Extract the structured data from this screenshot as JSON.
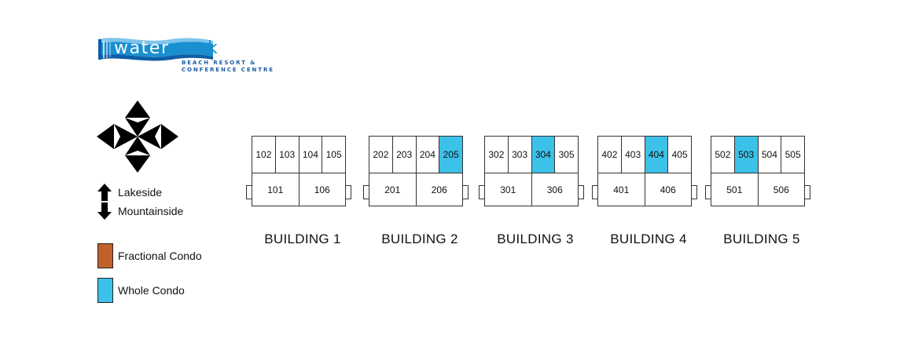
{
  "logo": {
    "word_part1": "water",
    "word_part2": "mark",
    "sub_line1": "BEACH RESORT &",
    "sub_line2": "CONFERENCE CENTRE",
    "colors": {
      "wave": "#1a8fd0",
      "text": "#1a8fd0",
      "subtext": "#1a5ea8"
    }
  },
  "compass": {
    "icon": "compass-arrows-icon"
  },
  "directions": {
    "up_label": "Lakeside",
    "down_label": "Mountainside"
  },
  "legend": {
    "fractional": {
      "label": "Fractional Condo",
      "color": "#c0612a"
    },
    "whole": {
      "label": "Whole Condo",
      "color": "#3cc1e8"
    }
  },
  "buildings": [
    {
      "name": "BUILDING 1",
      "top_units": [
        {
          "n": "102",
          "status": "none"
        },
        {
          "n": "103",
          "status": "none"
        },
        {
          "n": "104",
          "status": "none"
        },
        {
          "n": "105",
          "status": "none"
        }
      ],
      "bottom_units": [
        {
          "n": "101",
          "status": "none"
        },
        {
          "n": "106",
          "status": "none"
        }
      ]
    },
    {
      "name": "BUILDING 2",
      "top_units": [
        {
          "n": "202",
          "status": "none"
        },
        {
          "n": "203",
          "status": "none"
        },
        {
          "n": "204",
          "status": "none"
        },
        {
          "n": "205",
          "status": "whole"
        }
      ],
      "bottom_units": [
        {
          "n": "201",
          "status": "none"
        },
        {
          "n": "206",
          "status": "none"
        }
      ]
    },
    {
      "name": "BUILDING 3",
      "top_units": [
        {
          "n": "302",
          "status": "none"
        },
        {
          "n": "303",
          "status": "none"
        },
        {
          "n": "304",
          "status": "whole"
        },
        {
          "n": "305",
          "status": "none"
        }
      ],
      "bottom_units": [
        {
          "n": "301",
          "status": "none"
        },
        {
          "n": "306",
          "status": "none"
        }
      ]
    },
    {
      "name": "BUILDING 4",
      "top_units": [
        {
          "n": "402",
          "status": "none"
        },
        {
          "n": "403",
          "status": "none"
        },
        {
          "n": "404",
          "status": "whole"
        },
        {
          "n": "405",
          "status": "none"
        }
      ],
      "bottom_units": [
        {
          "n": "401",
          "status": "none"
        },
        {
          "n": "406",
          "status": "none"
        }
      ]
    },
    {
      "name": "BUILDING 5",
      "top_units": [
        {
          "n": "502",
          "status": "none"
        },
        {
          "n": "503",
          "status": "whole"
        },
        {
          "n": "504",
          "status": "none"
        },
        {
          "n": "505",
          "status": "none"
        }
      ],
      "bottom_units": [
        {
          "n": "501",
          "status": "none"
        },
        {
          "n": "506",
          "status": "none"
        }
      ]
    }
  ]
}
